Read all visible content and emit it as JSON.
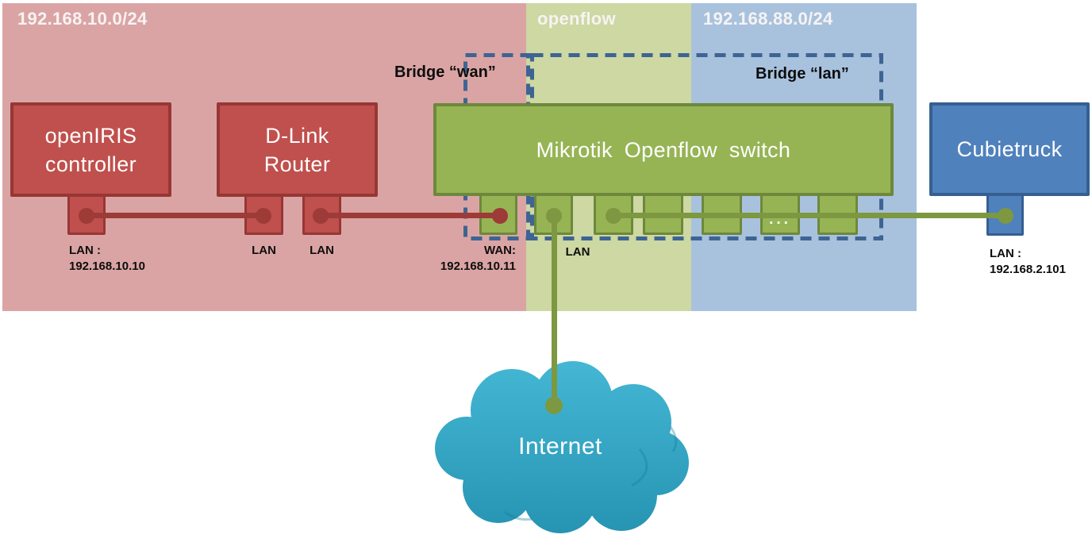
{
  "regions": {
    "pink": {
      "label": "192.168.10.0/24"
    },
    "green": {
      "label": "openflow"
    },
    "blue": {
      "label": "192.168.88.0/24"
    }
  },
  "bridges": {
    "wan": {
      "label": "Bridge “wan”"
    },
    "lan": {
      "label": "Bridge “lan”"
    }
  },
  "devices": {
    "openiris": {
      "line1": "openIRIS",
      "line2": "controller",
      "port": {
        "label": "LAN :",
        "ip": "192.168.10.10"
      }
    },
    "dlink": {
      "line1": "D-Link",
      "line2": "Router",
      "port1_label": "LAN",
      "port2_label": "LAN"
    },
    "mikrotik": {
      "label": "Mikrotik Openflow switch",
      "wan_port": {
        "label": "WAN:",
        "ip": "192.168.10.11"
      },
      "lan_port_label": "LAN",
      "ports_ellipsis": "..."
    },
    "cubietruck": {
      "label": "Cubietruck",
      "port": {
        "label": "LAN :",
        "ip": "192.168.2.101"
      }
    }
  },
  "cloud": {
    "label": "Internet"
  },
  "colors": {
    "region_pink": "#dba4a4",
    "region_green": "#cdd8a2",
    "region_blue": "#a8c2de",
    "red_fill": "#c0504d",
    "red_dark": "#963735",
    "red_link": "#9d3b38",
    "green_fill": "#97b455",
    "green_dark": "#6d883c",
    "olive_link": "#7d9840",
    "blue_fill": "#4f81bd",
    "blue_dark": "#365f91",
    "dash": "#3d6493",
    "cloud_top": "#44b7d4",
    "cloud_bottom": "#2593b1",
    "white_label": "#f7f3f3",
    "ink": "#0d0d0d"
  }
}
